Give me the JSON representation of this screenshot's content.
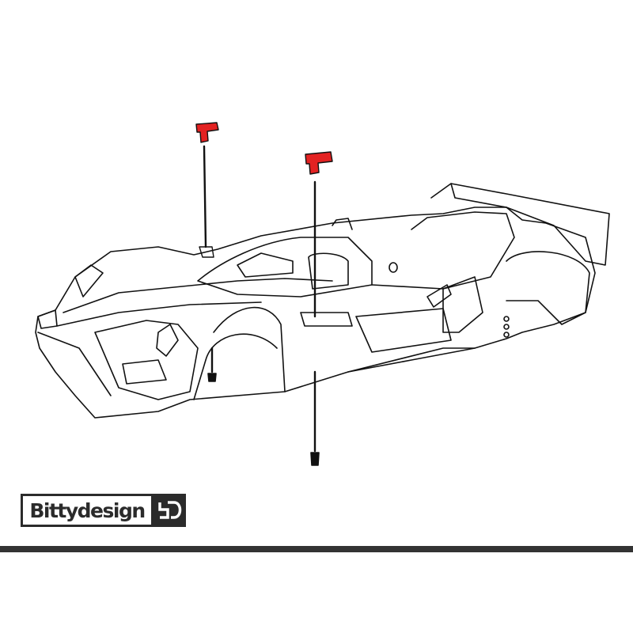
{
  "brand": {
    "name": "Bittydesign",
    "mark": "BD"
  },
  "colors": {
    "clip": "#e32222",
    "line": "#111111",
    "bar": "#333333"
  },
  "parts": [
    {
      "name": "body-clip-front",
      "color": "#e32222"
    },
    {
      "name": "body-clip-rear",
      "color": "#e32222"
    }
  ]
}
